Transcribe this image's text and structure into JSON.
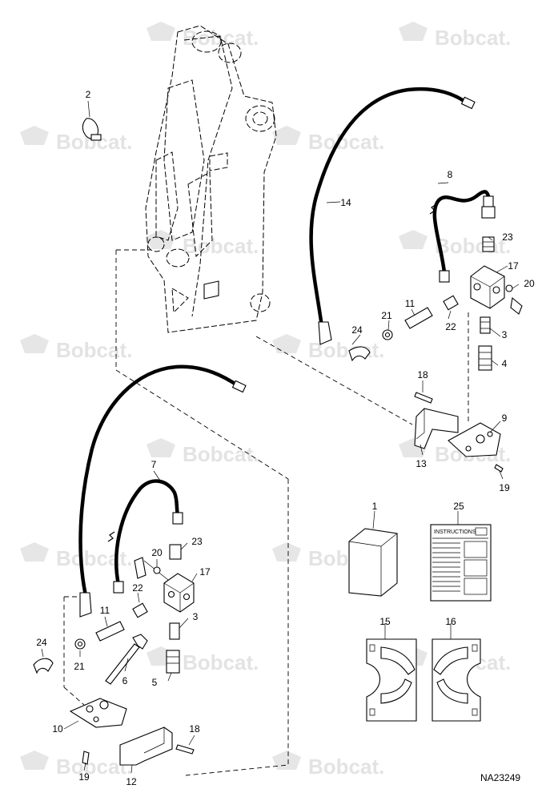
{
  "watermark": {
    "text": "Bobcat."
  },
  "drawing_code": "NA23249",
  "instructions_title": "INSTRUCTIONS",
  "callouts": [
    {
      "id": "c2",
      "label": "2"
    },
    {
      "id": "c14",
      "label": "14"
    },
    {
      "id": "c8",
      "label": "8"
    },
    {
      "id": "c23a",
      "label": "23"
    },
    {
      "id": "c17a",
      "label": "17"
    },
    {
      "id": "c20a",
      "label": "20"
    },
    {
      "id": "c11a",
      "label": "11"
    },
    {
      "id": "c21a",
      "label": "21"
    },
    {
      "id": "c22a",
      "label": "22"
    },
    {
      "id": "c24a",
      "label": "24"
    },
    {
      "id": "c3a",
      "label": "3"
    },
    {
      "id": "c4",
      "label": "4"
    },
    {
      "id": "c18a",
      "label": "18"
    },
    {
      "id": "c9",
      "label": "9"
    },
    {
      "id": "c13",
      "label": "13"
    },
    {
      "id": "c19a",
      "label": "19"
    },
    {
      "id": "c7",
      "label": "7"
    },
    {
      "id": "c1",
      "label": "1"
    },
    {
      "id": "c25",
      "label": "25"
    },
    {
      "id": "c23b",
      "label": "23"
    },
    {
      "id": "c20b",
      "label": "20"
    },
    {
      "id": "c17b",
      "label": "17"
    },
    {
      "id": "c22b",
      "label": "22"
    },
    {
      "id": "c11b",
      "label": "11"
    },
    {
      "id": "c3b",
      "label": "3"
    },
    {
      "id": "c24b",
      "label": "24"
    },
    {
      "id": "c21b",
      "label": "21"
    },
    {
      "id": "c6",
      "label": "6"
    },
    {
      "id": "c5",
      "label": "5"
    },
    {
      "id": "c15",
      "label": "15"
    },
    {
      "id": "c16",
      "label": "16"
    },
    {
      "id": "c10",
      "label": "10"
    },
    {
      "id": "c18b",
      "label": "18"
    },
    {
      "id": "c19b",
      "label": "19"
    },
    {
      "id": "c12",
      "label": "12"
    }
  ]
}
